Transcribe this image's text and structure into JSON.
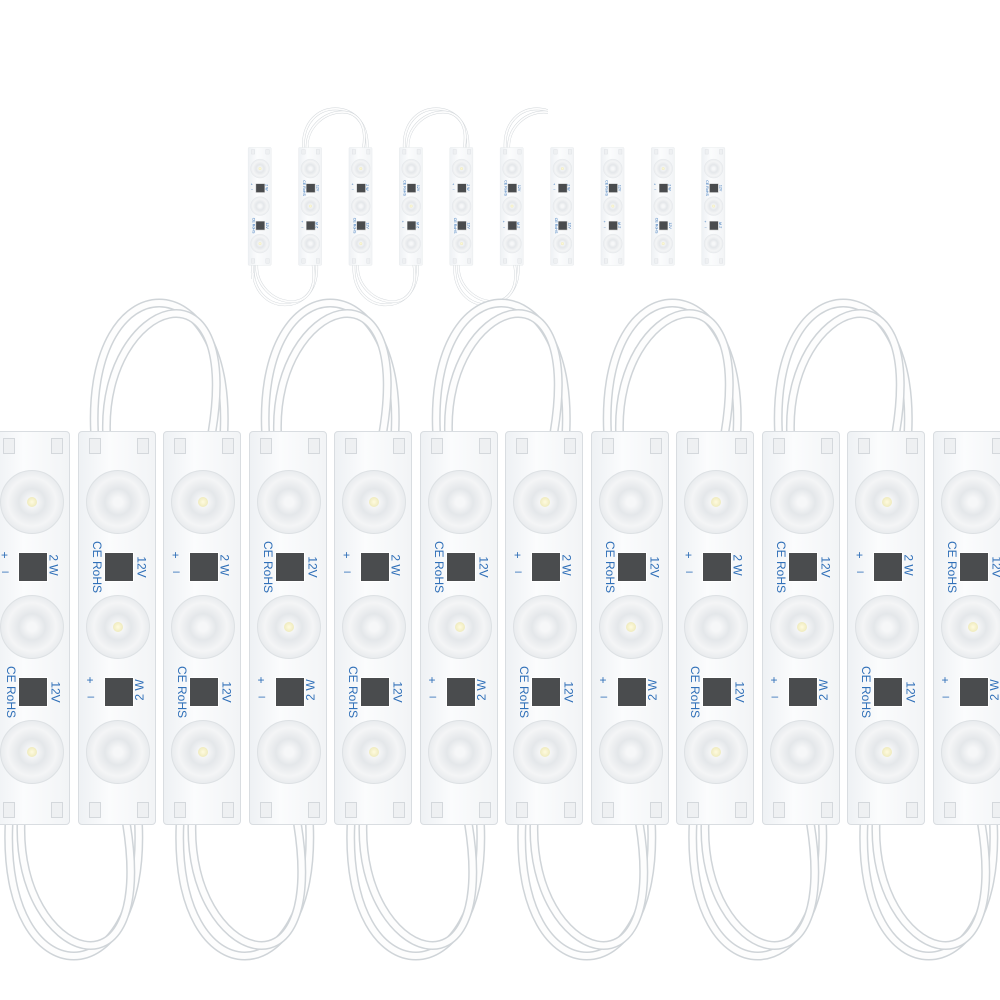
{
  "product": {
    "module_labels": {
      "cert": "CE RoHS",
      "voltage": "12V",
      "power": "2 W",
      "plus": "+",
      "minus": "–"
    },
    "main_module_count": 12,
    "thumbnail_module_count": 10,
    "leds_per_module": 3,
    "colors": {
      "label_blue": "#2f6fb8",
      "chip": "#4a4c4e",
      "body": "#f3f5f7"
    }
  }
}
